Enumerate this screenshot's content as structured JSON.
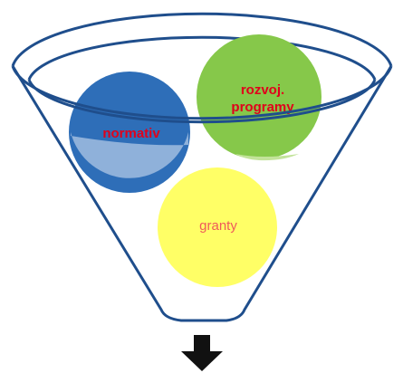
{
  "funnel": {
    "outline_color": "#1f4e8c",
    "fill_color": "#ffffff",
    "arrow_color": "#111111"
  },
  "circles": [
    {
      "id": "normativ",
      "label_lines": [
        "normativ"
      ],
      "fill": "#2e6eb8",
      "text_color": "#e0001b"
    },
    {
      "id": "rozvoj",
      "label_lines": [
        "rozvoj.",
        "programy"
      ],
      "fill": "#86c84a",
      "text_color": "#e0001b"
    },
    {
      "id": "granty",
      "label_lines": [
        "granty"
      ],
      "fill": "#ffff66",
      "text_color": "#ef5a5a"
    }
  ]
}
